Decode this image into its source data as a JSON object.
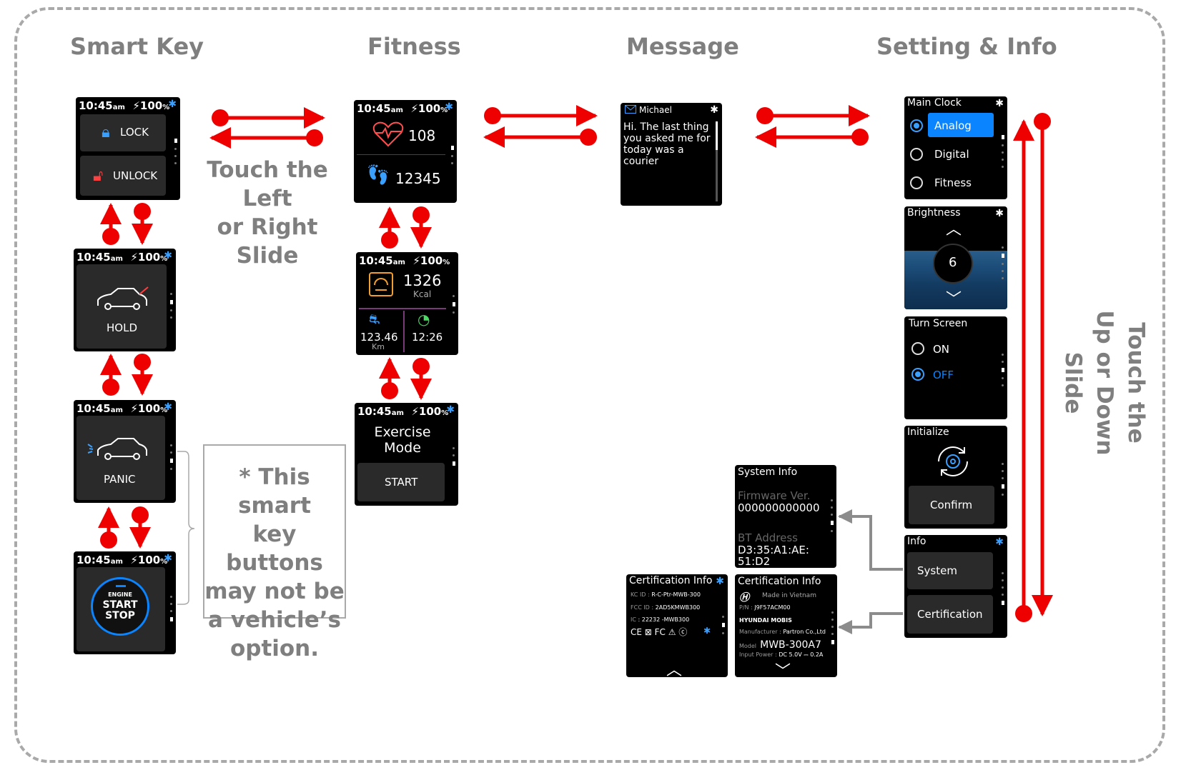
{
  "headings": {
    "smart_key": "Smart Key",
    "fitness": "Fitness",
    "message": "Message",
    "setting_info": "Setting & Info"
  },
  "notes": {
    "horizontal_line1": "Touch the Left",
    "horizontal_line2": "or Right Slide",
    "vertical_line1": "Touch the",
    "vertical_line2": "Up or Down Slide",
    "smartkey_note_lines": [
      "* This smart",
      "key buttons",
      "may not be",
      "a vehicle’s",
      "option."
    ]
  },
  "status": {
    "time": "10:45",
    "ampm": "am",
    "battery": "100",
    "pct": "%",
    "bt_icon": "bluetooth-icon"
  },
  "smart_key": {
    "lock": "LOCK",
    "unlock": "UNLOCK",
    "hold": "HOLD",
    "panic": "PANIC",
    "engine_small": "ENGINE",
    "engine_start": "START",
    "engine_stop": "STOP"
  },
  "fitness": {
    "heart_rate": "108",
    "steps": "12345",
    "kcal_value": "1326",
    "kcal_unit": "Kcal",
    "distance": "123.46",
    "distance_unit": "Km",
    "duration": "12:26",
    "exercise_title_1": "Exercise",
    "exercise_title_2": "Mode",
    "start": "START"
  },
  "message": {
    "sender": "Michael",
    "body_lines": [
      "Hi. The last thing",
      "you asked me for",
      "today was a",
      "courier"
    ]
  },
  "settings": {
    "main_clock": {
      "title": "Main Clock",
      "options": [
        "Analog",
        "Digital",
        "Fitness"
      ],
      "selected": "Analog"
    },
    "brightness": {
      "title": "Brightness",
      "value": "6"
    },
    "turn_screen": {
      "title": "Turn Screen",
      "options": [
        "ON",
        "OFF"
      ],
      "selected": "OFF"
    },
    "initialize": {
      "title": "Initialize",
      "confirm": "Confirm"
    },
    "info": {
      "title": "Info",
      "items": [
        "System",
        "Certification"
      ]
    }
  },
  "system_info": {
    "title": "System Info",
    "fw_label": "Firmware Ver.",
    "fw_value": "000000000000",
    "bt_label": "BT Address",
    "bt_value_1": "D3:35:A1:AE:",
    "bt_value_2": "51:D2"
  },
  "cert_info_1": {
    "title": "Certification Info",
    "kc_label": "KC ID :",
    "kc_value": "R-C-Ptr-MWB-300",
    "fcc_label": "FCC ID :",
    "fcc_value": "2AD5KMWB300",
    "ic_label": "IC",
    "ic_value": ":  22232 -MWB300",
    "marks": "CE ⊠ FC ⚠ ⓒ"
  },
  "cert_info_2": {
    "title": "Certification Info",
    "made_in": "Made in Vietnam",
    "pn_label": "P/N :",
    "pn_value": "J9F57ACM00",
    "company": "HYUNDAI MOBIS",
    "mfr_label": "Manufacturer :",
    "mfr_value": "Partron Co.,Ltd",
    "model_label": "Model",
    "model_value": "MWB-300A7",
    "power_label": "Input Power :",
    "power_value": "DC 5.0V ⎓ 0.2A"
  },
  "colors": {
    "arrow_red": "#ee0000",
    "accent_blue": "#0a84ff",
    "heading_gray": "#7f7f7f",
    "connector_gray": "#8c8c8c"
  }
}
